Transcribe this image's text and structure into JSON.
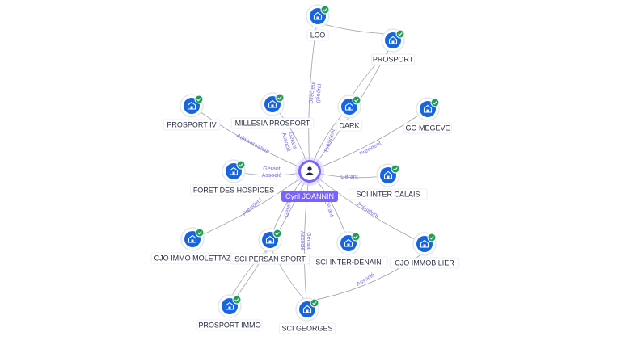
{
  "center": {
    "name": "Cyril JOANNIN",
    "icon": "person-icon"
  },
  "colors": {
    "accent": "#7b61ff",
    "node_fill": "#1565e0",
    "check": "#1f9d55",
    "edge": "#9aa0ad",
    "edge_label": "#7a6fe0",
    "label_text": "#2b2f45"
  },
  "companies": [
    {
      "id": "lco",
      "name": "LCO",
      "role": "Directeur général"
    },
    {
      "id": "prosport",
      "name": "PROSPORT",
      "role": ""
    },
    {
      "id": "prosport-iv",
      "name": "PROSPORT IV",
      "role": "Administrateur"
    },
    {
      "id": "millesia-prosport",
      "name": "MILLESIA PROSPORT",
      "role": "Gérant Associé"
    },
    {
      "id": "dark",
      "name": "DARK",
      "role": "Président"
    },
    {
      "id": "go-megeve",
      "name": "GO MEGEVE",
      "role": "Président"
    },
    {
      "id": "foret-des-hospices",
      "name": "FORET DES HOSPICES",
      "role": "Gérant Associé"
    },
    {
      "id": "sci-inter-calais",
      "name": "SCI INTER CALAIS",
      "role": "Gérant"
    },
    {
      "id": "cjo-immo-molettaz",
      "name": "CJO IMMO MOLETTAZ",
      "role": "Président"
    },
    {
      "id": "sci-persan-sport",
      "name": "SCI PERSAN SPORT",
      "role": "Gérant"
    },
    {
      "id": "sci-inter-denain",
      "name": "SCI INTER-DENAIN",
      "role": "Gérant"
    },
    {
      "id": "cjo-immobilier",
      "name": "CJO IMMOBILIER",
      "role": "Président"
    },
    {
      "id": "prosport-immo",
      "name": "PROSPORT IMMO",
      "role": ""
    },
    {
      "id": "sci-georges",
      "name": "SCI GEORGES",
      "role": "Gérant Associé"
    }
  ],
  "secondary_edges": [
    {
      "from": "cjo-immobilier",
      "to": "sci-georges",
      "role": "Associé"
    }
  ]
}
